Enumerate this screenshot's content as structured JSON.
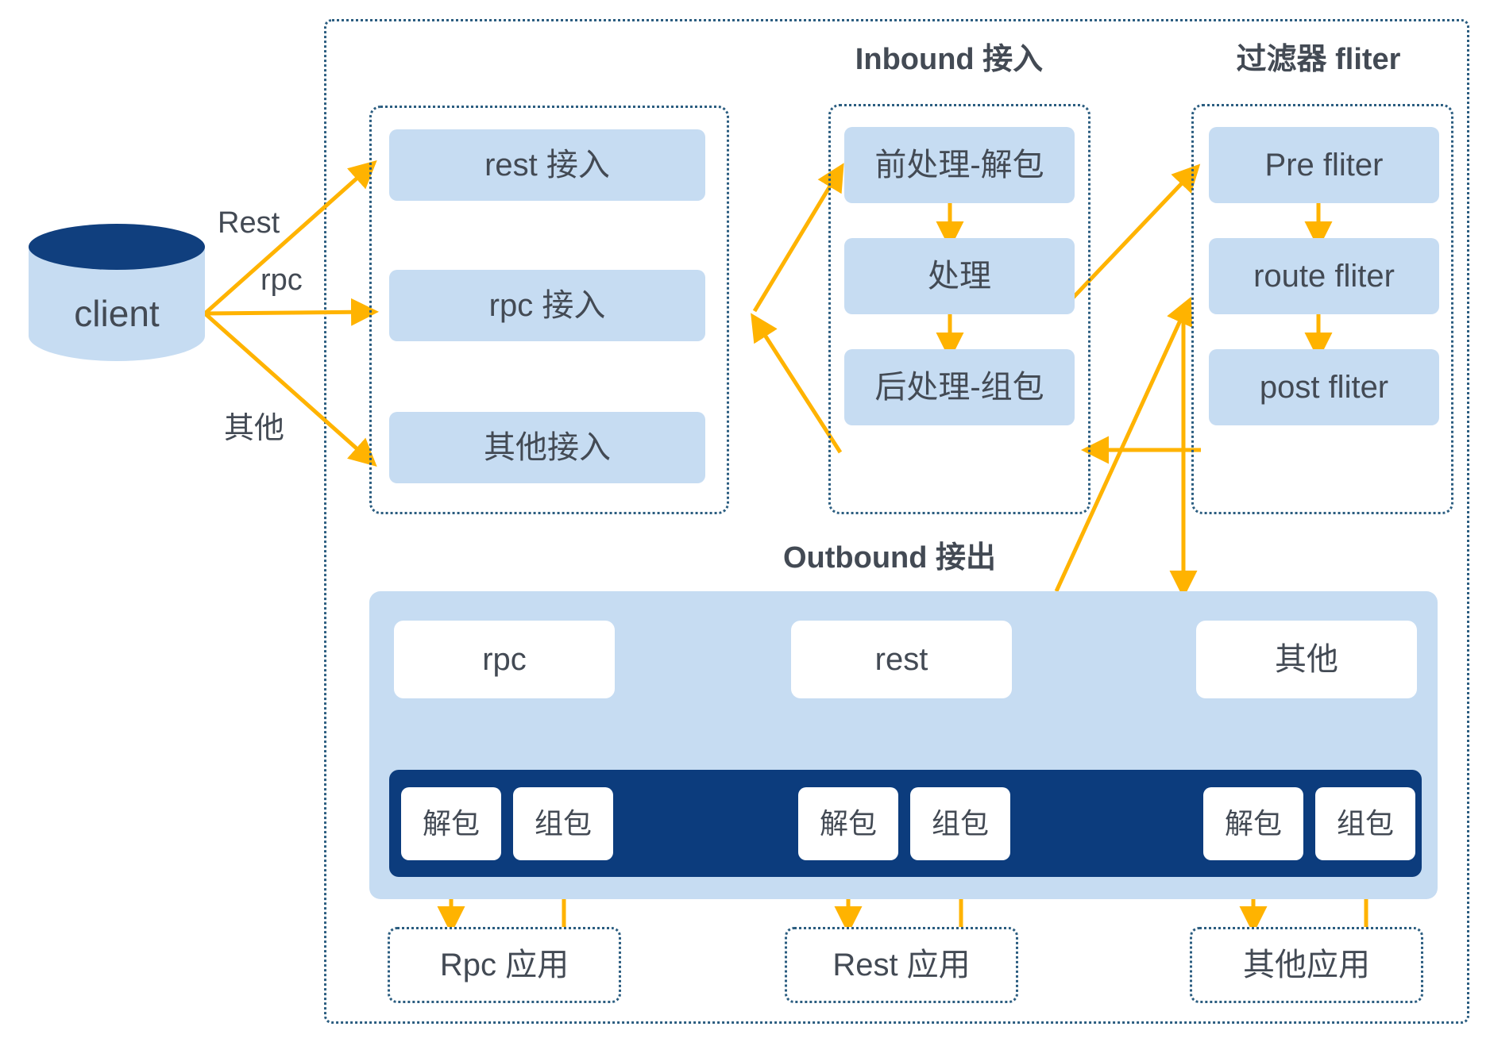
{
  "diagram": {
    "title_inbound": "Inbound 接入",
    "title_filter": "过滤器 fliter",
    "title_outbound": "Outbound 接出",
    "colors": {
      "node_blue": "#c6dcf2",
      "navy": "#0c3c7d",
      "arrow_orange": "#ffb300",
      "dotted_border": "#2b5d80",
      "text": "#434a54"
    }
  },
  "client": {
    "label": "client"
  },
  "edge_labels": {
    "rest": "Rest",
    "rpc": "rpc",
    "other": "其他"
  },
  "adapters": {
    "items": [
      {
        "label": "rest 接入"
      },
      {
        "label": "rpc 接入"
      },
      {
        "label": "其他接入"
      }
    ]
  },
  "inbound": {
    "items": [
      {
        "label": "前处理-解包"
      },
      {
        "label": "处理"
      },
      {
        "label": "后处理-组包"
      }
    ]
  },
  "filters": {
    "items": [
      {
        "label": "Pre fliter"
      },
      {
        "label": "route fliter"
      },
      {
        "label": "post fliter"
      }
    ]
  },
  "outbound": {
    "protocols": [
      {
        "label": "rpc"
      },
      {
        "label": "rest"
      },
      {
        "label": "其他"
      }
    ],
    "codecs": [
      {
        "decode": "解包",
        "encode": "组包"
      },
      {
        "decode": "解包",
        "encode": "组包"
      },
      {
        "decode": "解包",
        "encode": "组包"
      }
    ]
  },
  "applications": {
    "items": [
      {
        "label": "Rpc 应用"
      },
      {
        "label": "Rest 应用"
      },
      {
        "label": "其他应用"
      }
    ]
  }
}
